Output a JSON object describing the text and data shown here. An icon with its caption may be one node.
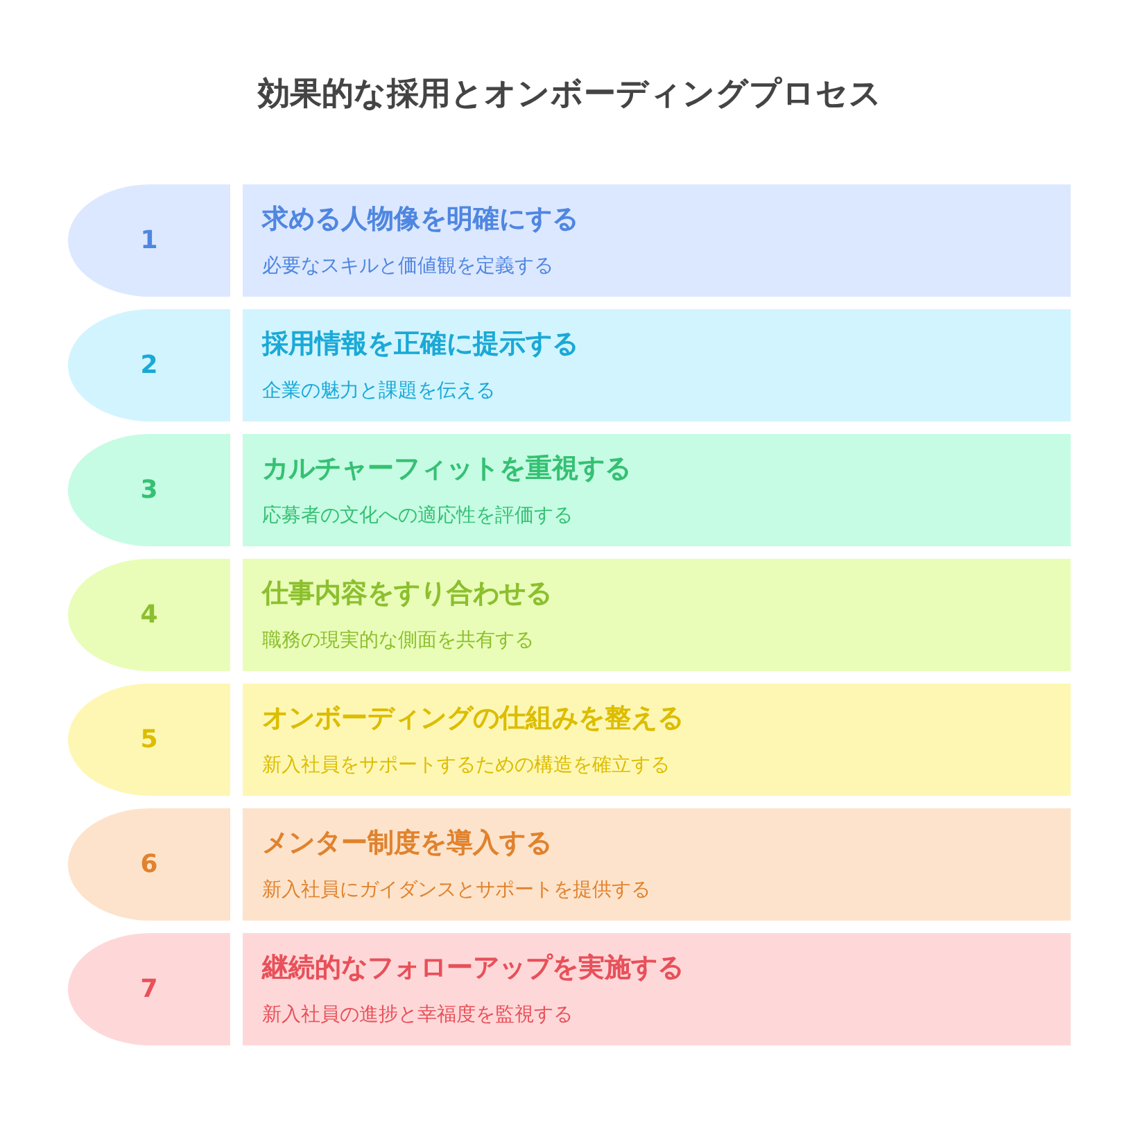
{
  "diagram": {
    "title": "効果的な採用とオンボーディングプロセス",
    "nodes": [
      {
        "text": [
          "1"
        ]
      },
      {
        "text": [
          "求める人物像を明確にする",
          "必要なスキルと価値観を定義する"
        ]
      },
      {
        "text": [
          "2"
        ]
      },
      {
        "text": [
          "採用情報を正確に提示する",
          "企業の魅力と課題を伝える"
        ]
      },
      {
        "text": [
          "3"
        ]
      },
      {
        "text": [
          "カルチャーフィットを重視する",
          "応募者の文化への適応性を評価する"
        ]
      },
      {
        "text": [
          "4"
        ]
      },
      {
        "text": [
          "仕事内容をすり合わせる",
          "職務の現実的な側面を共有する"
        ]
      },
      {
        "text": [
          "5"
        ]
      },
      {
        "text": [
          "オンボーディングの仕組みを整える",
          "新入社員をサポートするための構造を確立する"
        ]
      },
      {
        "text": [
          "6"
        ]
      },
      {
        "text": [
          "メンター制度を導入する",
          "新入社員にガイダンスとサポートを提供する"
        ]
      },
      {
        "text": [
          "7"
        ]
      },
      {
        "text": [
          "継続的なフォローアップを実施する",
          "新入社員の進捗と幸福度を監視する"
        ]
      }
    ]
  }
}
